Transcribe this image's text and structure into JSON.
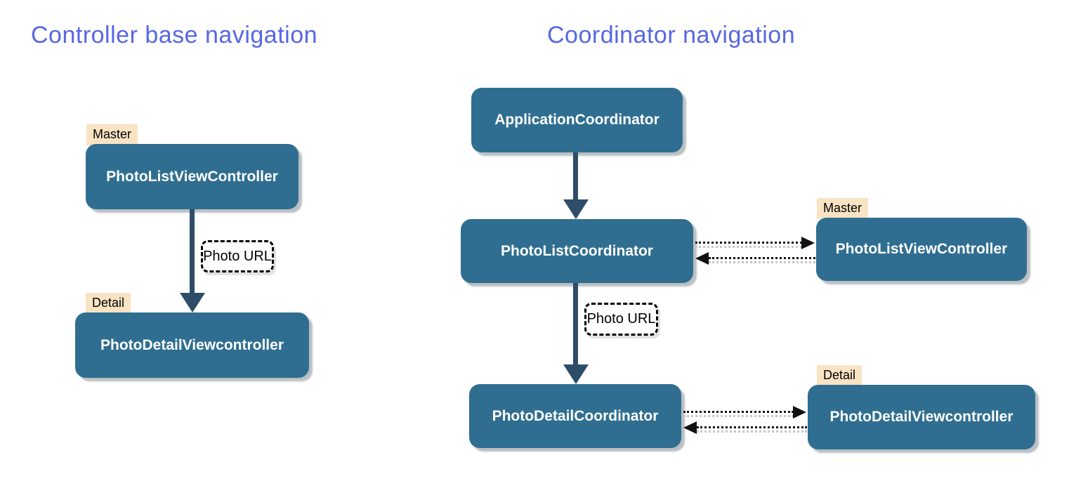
{
  "diagrams": {
    "left": {
      "title": "Controller base navigation",
      "tags": {
        "master": "Master",
        "detail": "Detail"
      },
      "nodes": {
        "list_vc": "PhotoListViewController",
        "detail_vc": "PhotoDetailViewcontroller"
      },
      "edge_label": "Photo URL"
    },
    "right": {
      "title": "Coordinator navigation",
      "tags": {
        "master": "Master",
        "detail": "Detail"
      },
      "nodes": {
        "app_coordinator": "ApplicationCoordinator",
        "list_coordinator": "PhotoListCoordinator",
        "list_vc": "PhotoListViewController",
        "detail_coordinator": "PhotoDetailCoordinator",
        "detail_vc": "PhotoDetailViewcontroller"
      },
      "edge_label": "Photo URL"
    }
  },
  "colors": {
    "title_text": "#5767e3",
    "node_fill": "#2f6e90",
    "node_text": "#ffffff",
    "arrow": "#2d4d68",
    "tag_bg": "#f8e3c3",
    "tag_text": "#000000",
    "background": "#ffffff"
  }
}
